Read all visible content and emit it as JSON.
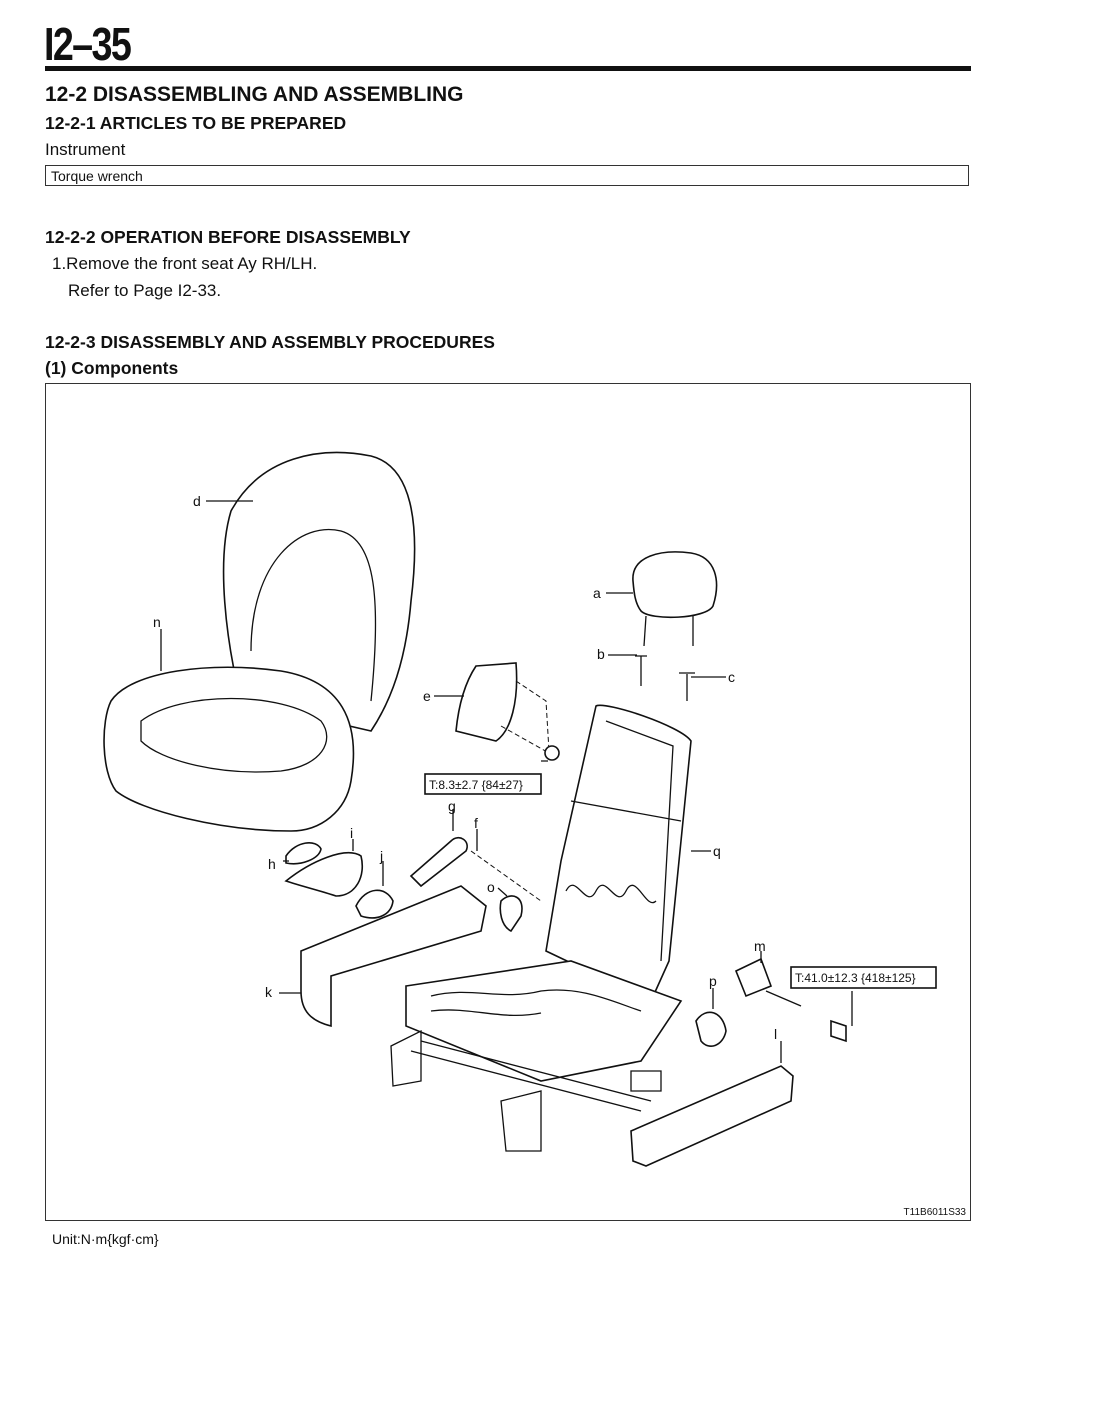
{
  "page_number": "I2–35",
  "section": {
    "title": "12-2 DISASSEMBLING AND ASSEMBLING",
    "articles": {
      "heading": "12-2-1 ARTICLES TO BE PREPARED",
      "category": "Instrument",
      "items": [
        "Torque wrench"
      ]
    },
    "before": {
      "heading": "12-2-2 OPERATION BEFORE DISASSEMBLY",
      "step": "1.Remove the front seat Ay RH/LH.",
      "refer": "Refer to Page I2-33."
    },
    "procedures": {
      "heading": "12-2-3 DISASSEMBLY AND ASSEMBLY PROCEDURES",
      "sub": "(1) Components"
    }
  },
  "figure": {
    "labels": {
      "a": "a",
      "b": "b",
      "c": "c",
      "d": "d",
      "e": "e",
      "f": "f",
      "g": "g",
      "h": "h",
      "i": "i",
      "j": "j",
      "k": "k",
      "l": "l",
      "m": "m",
      "n": "n",
      "o": "o",
      "p": "p",
      "q": "q"
    },
    "torque_1": "T:8.3±2.7 {84±27}",
    "torque_2": "T:41.0±12.3 {418±125}",
    "code": "T11B6011S33"
  },
  "unit": "Unit:N·m{kgf·cm}"
}
